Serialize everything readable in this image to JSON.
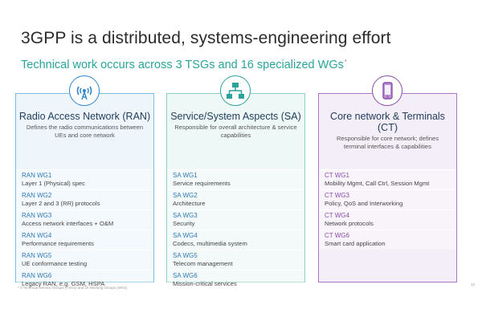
{
  "slide": {
    "title": "3GPP is a distributed, systems-engineering effort",
    "subtitle": "Technical work occurs across 3 TSGs and 16 specialized WGs",
    "subtitle_marker": "*",
    "footnote": "* 3 Technical Service Groups (TSGs) and 16 Working Groups (WGs)",
    "page_number": "12"
  },
  "columns": [
    {
      "icon": "radio-tower-icon",
      "title": "Radio Access Network (RAN)",
      "description": "Defines the radio communications between UEs and core network",
      "accent": "#2e86c9",
      "groups": [
        {
          "name": "RAN WG1",
          "desc": "Layer 1 (Physical) spec"
        },
        {
          "name": "RAN WG2",
          "desc": "Layer 2 and 3 (RR) protocols"
        },
        {
          "name": "RAN WG3",
          "desc": "Access network interfaces + O&M"
        },
        {
          "name": "RAN WG4",
          "desc": "Performance requirements"
        },
        {
          "name": "RAN WG5",
          "desc": "UE conformance testing"
        },
        {
          "name": "RAN WG6",
          "desc": "Legacy RAN, e.g. GSM, HSPA"
        }
      ]
    },
    {
      "icon": "hierarchy-icon",
      "title": "Service/System Aspects (SA)",
      "description": "Responsible for overall architecture & service capabilities",
      "accent": "#2aa39a",
      "groups": [
        {
          "name": "SA WG1",
          "desc": "Service requirements"
        },
        {
          "name": "SA WG2",
          "desc": "Architecture"
        },
        {
          "name": "SA WG3",
          "desc": "Security"
        },
        {
          "name": "SA WG4",
          "desc": "Codecs, multimedia system"
        },
        {
          "name": "SA WG5",
          "desc": "Telecom management"
        },
        {
          "name": "SA WG6",
          "desc": "Mission-critical services"
        }
      ]
    },
    {
      "icon": "smartphone-icon",
      "title": "Core network & Terminals (CT)",
      "description": "Responsible for core network; defines terminal interfaces & capabilities",
      "accent": "#8a4faa",
      "groups": [
        {
          "name": "CT WG1",
          "desc": "Mobility Mgmt, Call Ctrl, Session Mgmt"
        },
        {
          "name": "CT WG3",
          "desc": "Policy, QoS and Interworking"
        },
        {
          "name": "CT WG4",
          "desc": "Network protocols"
        },
        {
          "name": "CT WG6",
          "desc": "Smart card application"
        }
      ]
    }
  ]
}
